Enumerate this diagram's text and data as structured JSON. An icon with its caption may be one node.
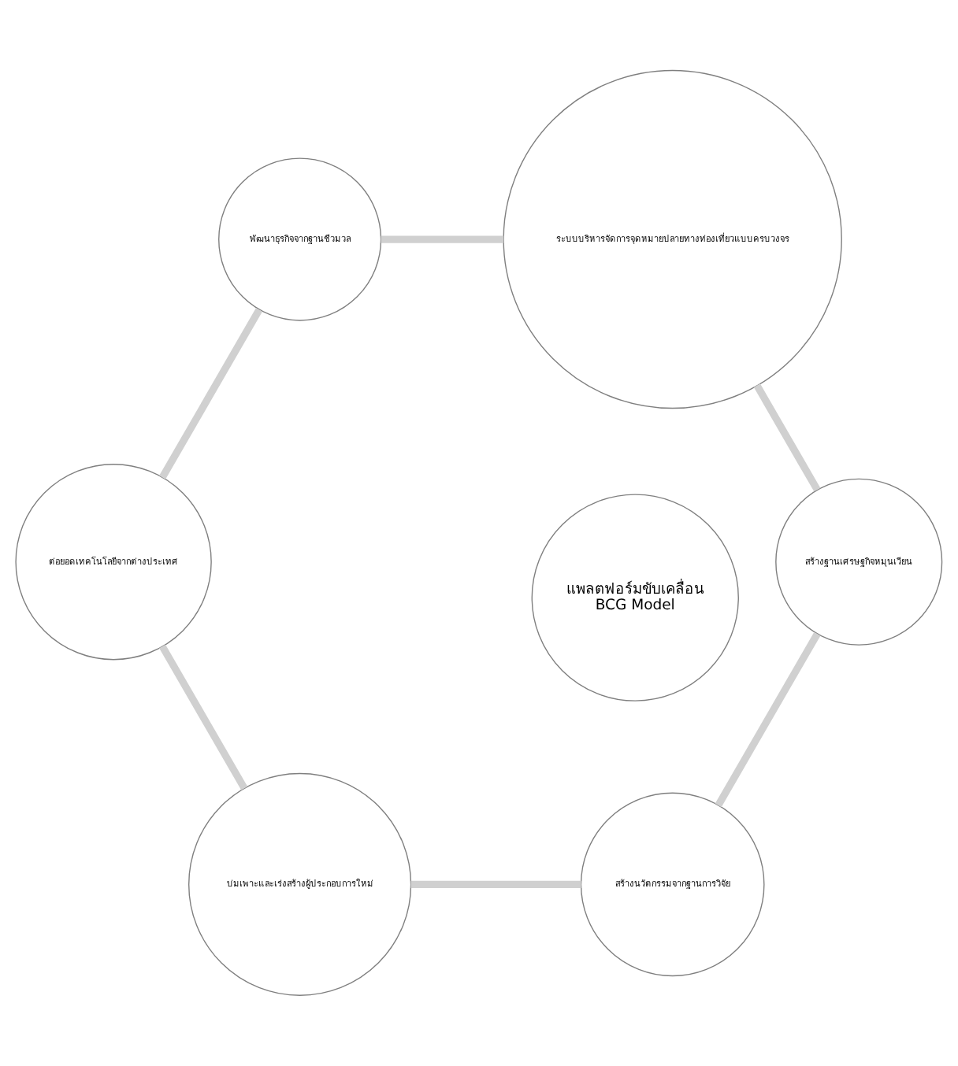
{
  "diagram": {
    "nodes": [
      {
        "text": [
          "สร้างนวัตกรรมจากฐานการวิจัย"
        ]
      },
      {
        "text": [
          "สร้างฐานเศรษฐกิจหมุนเวียน"
        ]
      },
      {
        "text": [
          "บ่มเพาะและเร่งสร้างผู้ประกอบการใหม่"
        ]
      },
      {
        "text": [
          "แพลตฟอร์มขับเคลื่อน",
          "BCG Model"
        ]
      },
      {
        "text": [
          "ระบบบริหารจัดการจุดหมายปลายทางท่องเที่ยวแบบครบวงจร"
        ]
      },
      {
        "text": [
          "ต่อยอดเทคโนโลยีจากต่างประเทศ"
        ]
      },
      {
        "text": [
          "พัฒนาธุรกิจจากฐานชีวมวล"
        ]
      }
    ],
    "edges": [
      {
        "from": 0,
        "to": 2,
        "arrow": "none"
      },
      {
        "from": 2,
        "to": 5,
        "arrow": "none"
      },
      {
        "from": 5,
        "to": 6,
        "arrow": "none"
      },
      {
        "from": 6,
        "to": 4,
        "arrow": "none"
      },
      {
        "from": 4,
        "to": 1,
        "arrow": "none"
      },
      {
        "from": 1,
        "to": 0,
        "arrow": "none"
      }
    ]
  }
}
